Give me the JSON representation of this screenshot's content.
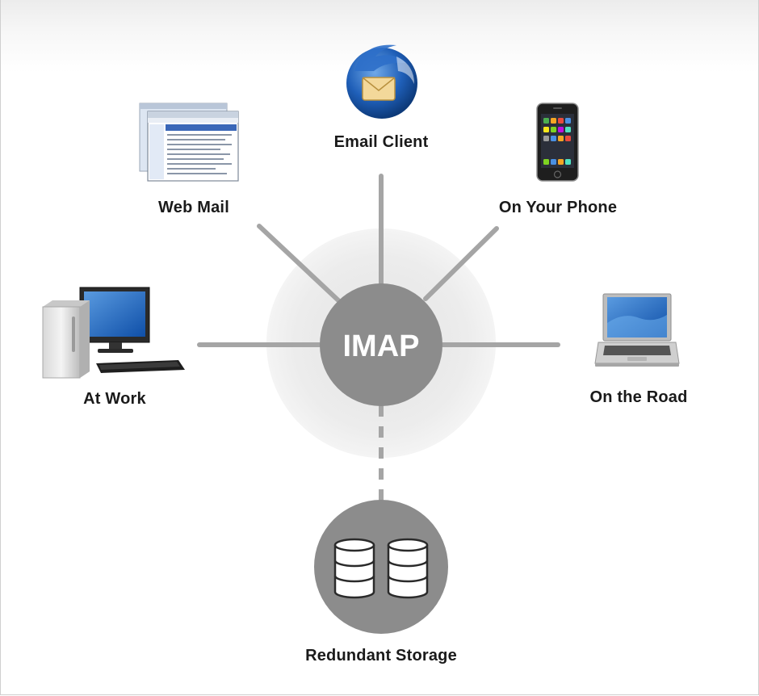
{
  "hub": {
    "label": "IMAP"
  },
  "nodes": {
    "email_client": "Email Client",
    "web_mail": "Web Mail",
    "on_your_phone": "On Your Phone",
    "at_work": "At Work",
    "on_the_road": "On the Road",
    "redundant_storage": "Redundant Storage"
  },
  "icons": {
    "email_client": "thunderbird-icon",
    "web_mail": "browser-window-icon",
    "on_your_phone": "smartphone-icon",
    "at_work": "desktop-computer-icon",
    "on_the_road": "laptop-icon",
    "redundant_storage": "database-icon"
  },
  "colors": {
    "hub": "#8c8c8c",
    "connector": "#a5a5a5",
    "halo": "#ececec",
    "label": "#1a1a1a"
  }
}
